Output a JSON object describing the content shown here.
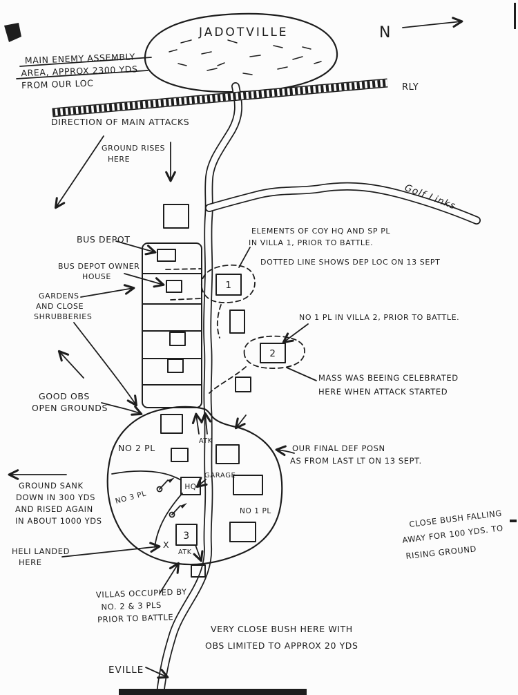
{
  "page": {
    "paper": "#fcfcfc",
    "ink": "#1d1d1d"
  },
  "map": {
    "town_label": "JADOTVILLE",
    "compass_label": "N",
    "railway_label": "RLY",
    "golf_links_label": "Golf Links",
    "eville_label": "EVILLE",
    "heli_mark": "X"
  },
  "annotations": {
    "enemy_assembly": [
      "MAIN ENEMY ASSEMBLY",
      "AREA, APPROX 2300 YDS",
      "FROM OUR LOC"
    ],
    "direction_of_attacks": "DIRECTION OF MAIN ATTACKS",
    "ground_rises": [
      "GROUND RISES",
      "HERE"
    ],
    "bus_depot": "BUS DEPOT",
    "bus_depot_owner": [
      "BUS DEPOT OWNER",
      "HOUSE"
    ],
    "gardens": [
      "GARDENS",
      "AND CLOSE",
      "SHRUBBERIES"
    ],
    "coy_hq_villa1": [
      "ELEMENTS OF COY HQ AND SP PL",
      "IN VILLA 1, PRIOR TO BATTLE."
    ],
    "dotted_line_note": "DOTTED LINE SHOWS DEP LOC ON 13 SEPT",
    "no1pl_villa2": "NO 1 PL IN VILLA 2, PRIOR TO BATTLE.",
    "mass_celebrated": [
      "MASS WAS BEEING CELEBRATED",
      "HERE WHEN ATTACK STARTED"
    ],
    "good_obs": [
      "GOOD OBS",
      "OPEN GROUNDS"
    ],
    "final_def_posn": [
      "OUR FINAL DEF POSN",
      "AS FROM LAST LT ON 13 SEPT."
    ],
    "ground_sank": [
      "GROUND SANK",
      "DOWN IN 300 YDS",
      "AND RISED AGAIN",
      "IN ABOUT 1000 YDS"
    ],
    "heli_landed": [
      "HELI LANDED",
      "HERE"
    ],
    "close_bush": [
      "CLOSE BUSH FALLING",
      "AWAY FOR 100 YDS. TO",
      "RISING GROUND"
    ],
    "villas_occupied": [
      "VILLAS OCCUPIED BY",
      "NO. 2 & 3 PLS",
      "PRIOR TO BATTLE"
    ],
    "very_close_bush": [
      "VERY CLOSE BUSH HERE WITH",
      "OBS LIMITED TO APPROX 20 YDS"
    ]
  },
  "units": {
    "villa1": "1",
    "villa2": "2",
    "villa3": "3",
    "no2pl": "NO 2 PL",
    "no3pl": "NO 3 PL",
    "no1pl": "NO 1 PL",
    "hq": "HQ",
    "garage": "GARAGE",
    "atk_north": "ATK",
    "atk_south": "ATK"
  }
}
